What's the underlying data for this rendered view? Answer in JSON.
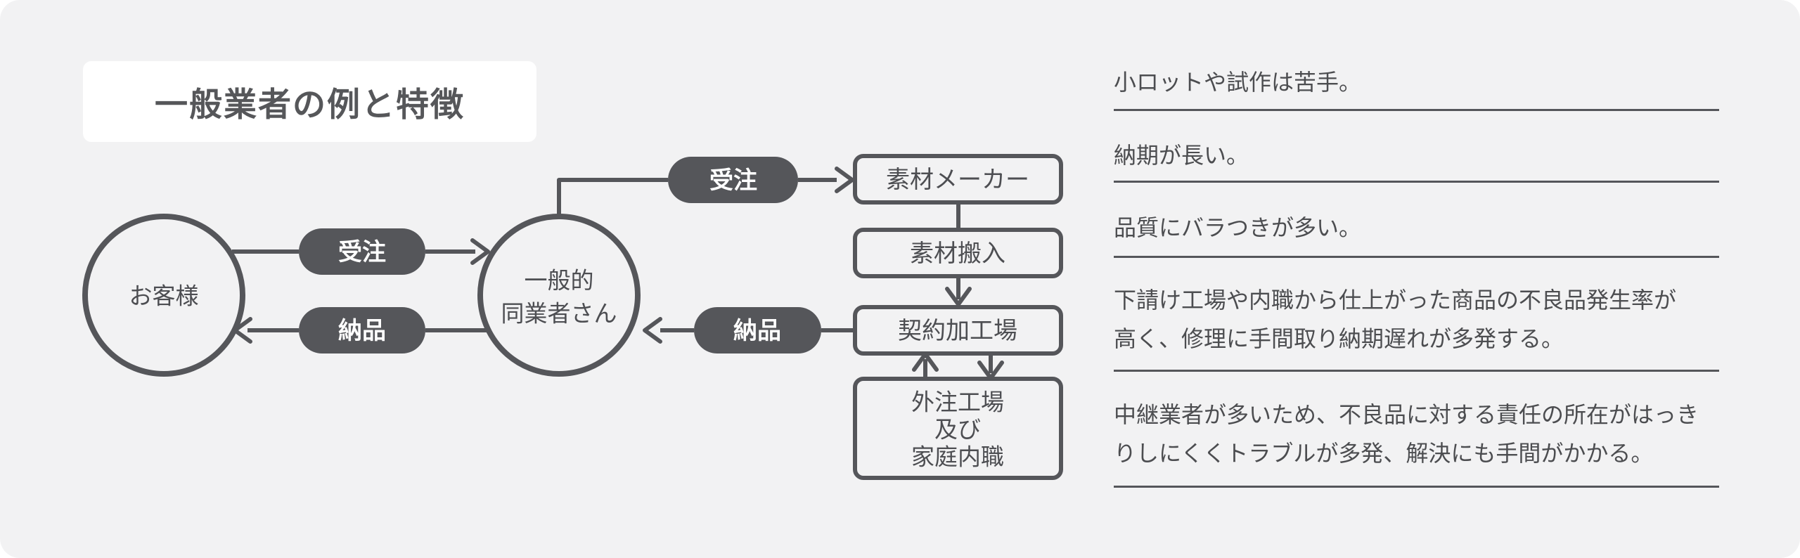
{
  "title": "一般業者の例と特徴",
  "colors": {
    "page_bg": "#ffffff",
    "panel_bg": "#f2f2f3",
    "ink": "#55565a",
    "pill_fill": "#55565a",
    "pill_text": "#ffffff",
    "body_text": "#4c4d50",
    "title_box_bg": "#ffffff"
  },
  "diagram": {
    "customer_circle": {
      "label": "お客様"
    },
    "trader_circle": {
      "line1": "一般的",
      "line2": "同業者さん"
    },
    "pills": {
      "order_left": "受注",
      "deliver_left": "納品",
      "order_top": "受注",
      "deliver_mid": "納品"
    },
    "boxes": {
      "material_maker": "素材メーカー",
      "material_carry_in": "素材搬入",
      "contract_factory": "契約加工場",
      "outsourced_line1": "外注工場",
      "outsourced_line2": "及び",
      "outsourced_line3": "家庭内職"
    }
  },
  "features": {
    "items": [
      {
        "line1": "小ロットや試作は苦手。"
      },
      {
        "line1": "納期が長い。"
      },
      {
        "line1": "品質にバラつきが多い。"
      },
      {
        "line1": "下請け工場や内職から仕上がった商品の不良品発生率が",
        "line2": "高く、修理に手間取り納期遅れが多発する。"
      },
      {
        "line1": "中継業者が多いため、不良品に対する責任の所在がはっき",
        "line2": "りしにくくトラブルが多発、解決にも手間がかかる。"
      }
    ]
  }
}
